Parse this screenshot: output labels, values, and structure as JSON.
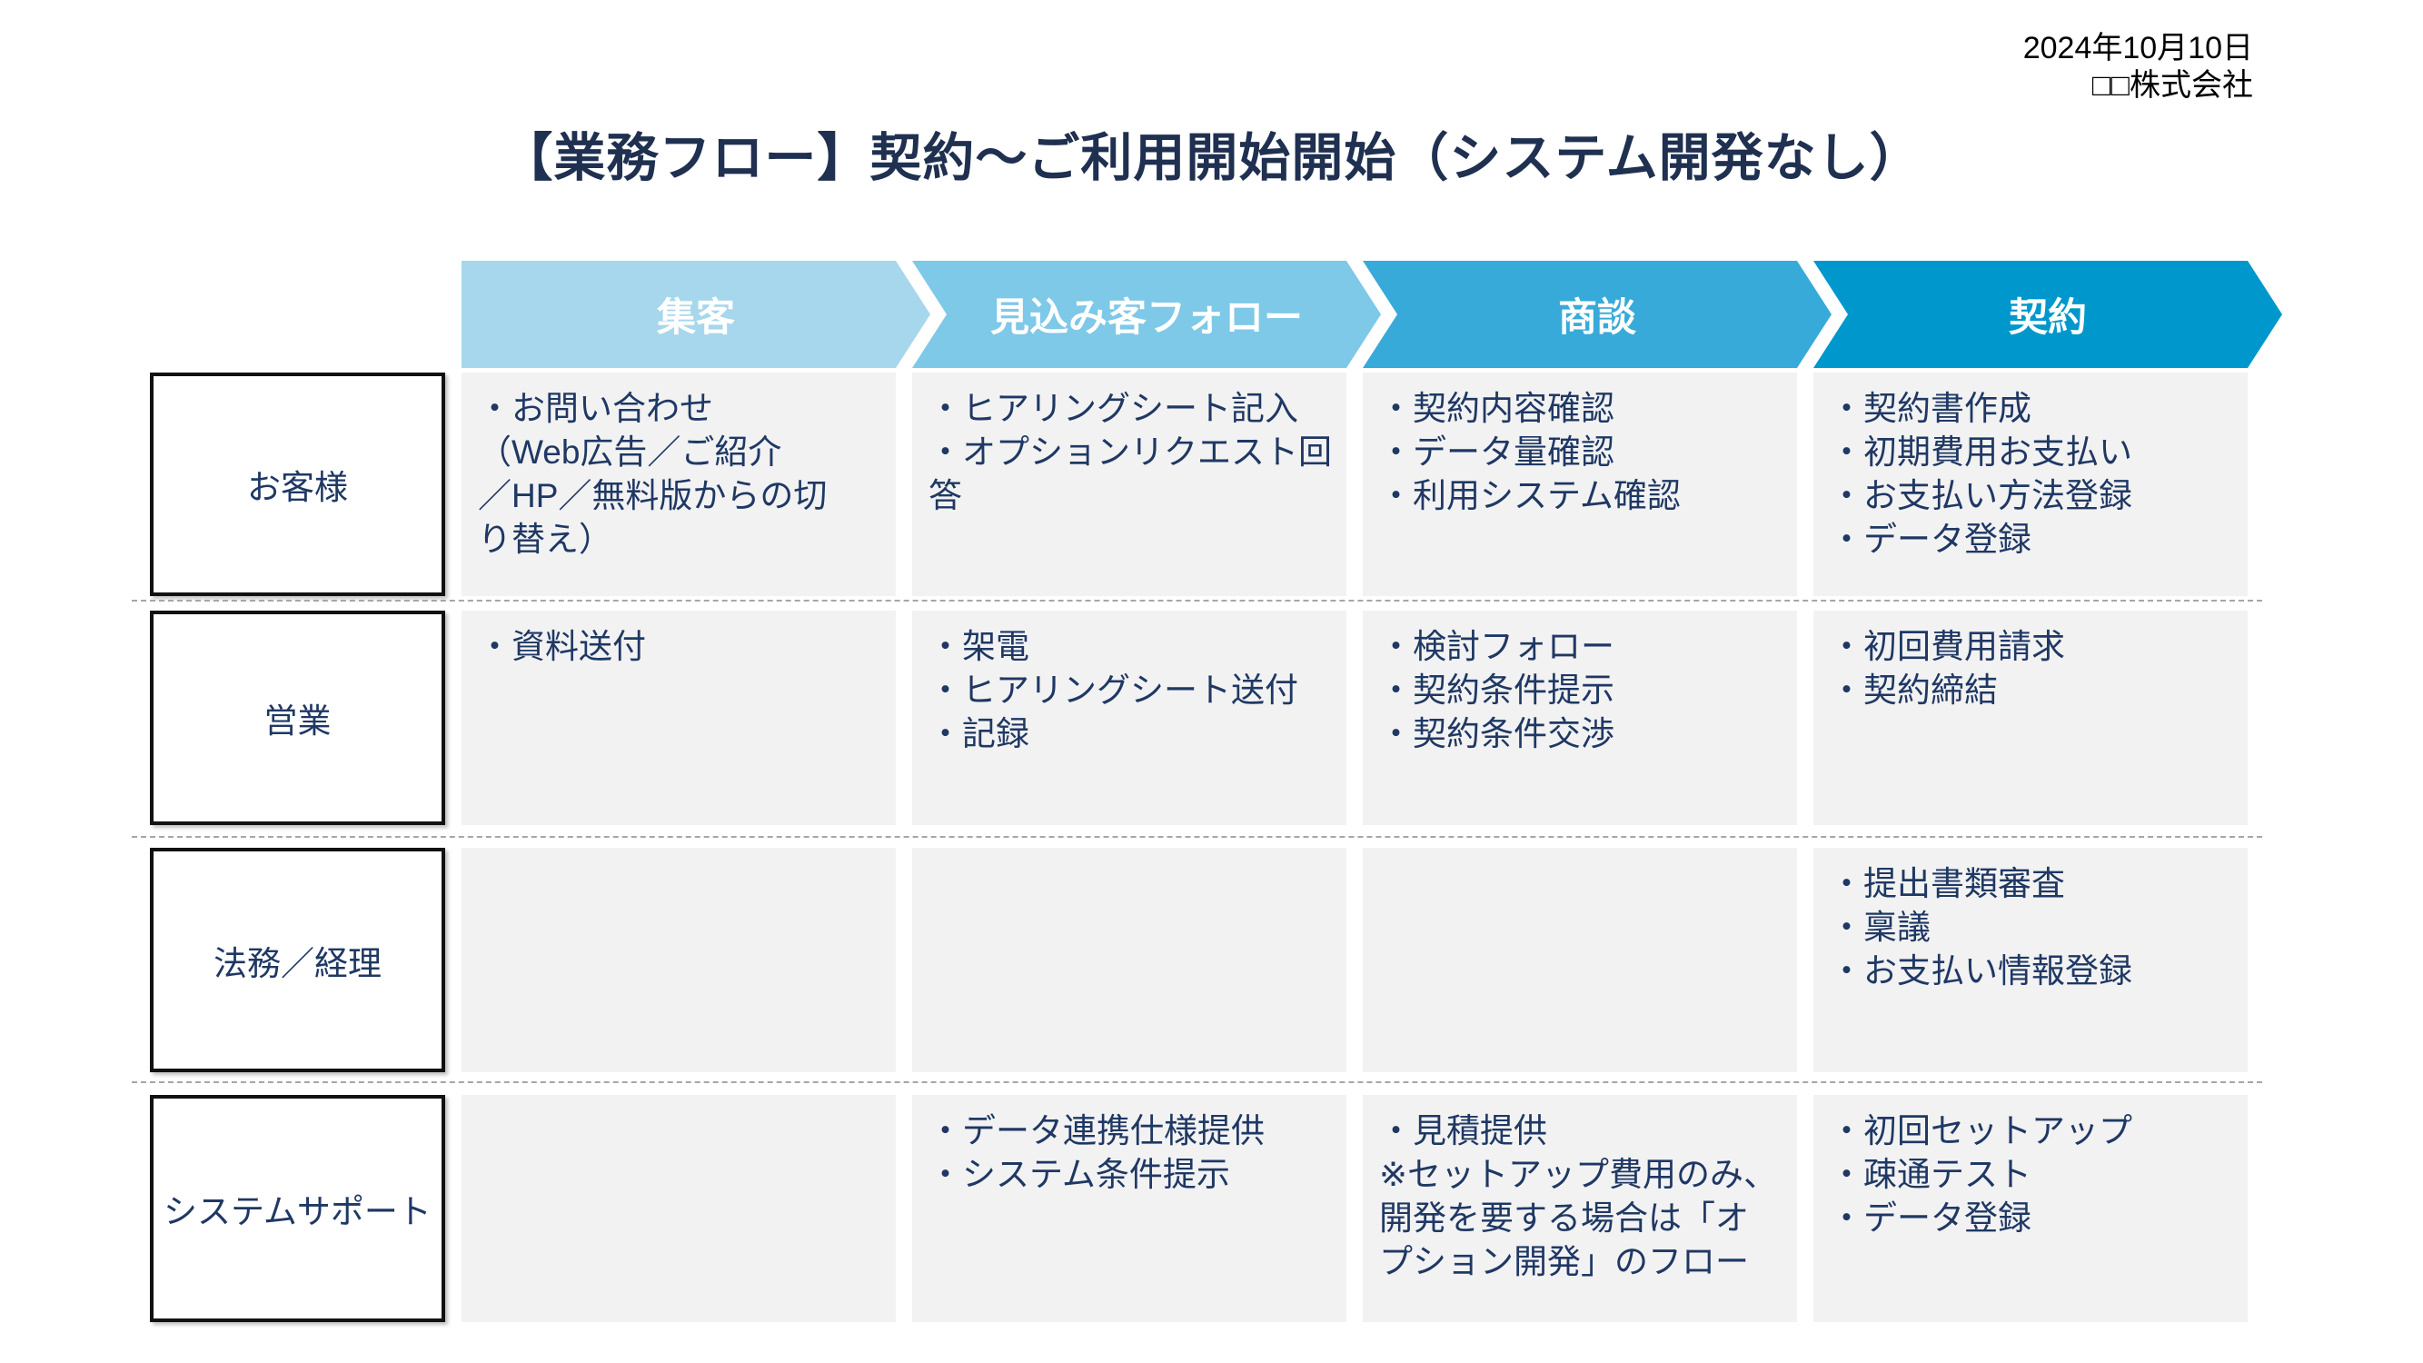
{
  "meta": {
    "date": "2024年10月10日",
    "company": "□□株式会社"
  },
  "title": "【業務フロー】契約～ご利用開始開始（システム開発なし）",
  "colors": {
    "stage1": "#a7d7ec",
    "stage2": "#7ec8e8",
    "stage3": "#38aad9",
    "stage4": "#0098cc",
    "text_navy": "#1f3864",
    "title_navy": "#1f3050",
    "cell_bg": "#f2f2f2",
    "separator_gray": "#a6a6a6"
  },
  "stages": [
    {
      "label": "集客",
      "color": "#a7d7ec"
    },
    {
      "label": "見込み客フォロー",
      "color": "#7ec8e8"
    },
    {
      "label": "商談",
      "color": "#38aad9"
    },
    {
      "label": "契約",
      "color": "#0098cc"
    }
  ],
  "lanes": [
    {
      "label": "お客様",
      "cells": [
        "・お問い合わせ\n（Web広告／ご紹介\n／HP／無料版からの切\nり替え）",
        "・ヒアリングシート記入\n・オプションリクエスト回答",
        "・契約内容確認\n・データ量確認\n・利用システム確認",
        "・契約書作成\n・初期費用お支払い\n・お支払い方法登録\n・データ登録"
      ]
    },
    {
      "label": "営業",
      "cells": [
        "・資料送付",
        "・架電\n・ヒアリングシート送付\n・記録",
        "・検討フォロー\n・契約条件提示\n・契約条件交渉",
        "・初回費用請求\n・契約締結"
      ]
    },
    {
      "label": "法務／経理",
      "cells": [
        "",
        "",
        "",
        "・提出書類審査\n・稟議\n・お支払い情報登録"
      ]
    },
    {
      "label": "システムサポート",
      "cells": [
        "",
        "・データ連携仕様提供\n・システム条件提示",
        "・見積提供\n※セットアップ費用のみ、\n開発を要する場合は「オ\nプション開発」のフロー",
        "・初回セットアップ\n・疎通テスト\n・データ登録"
      ]
    }
  ]
}
